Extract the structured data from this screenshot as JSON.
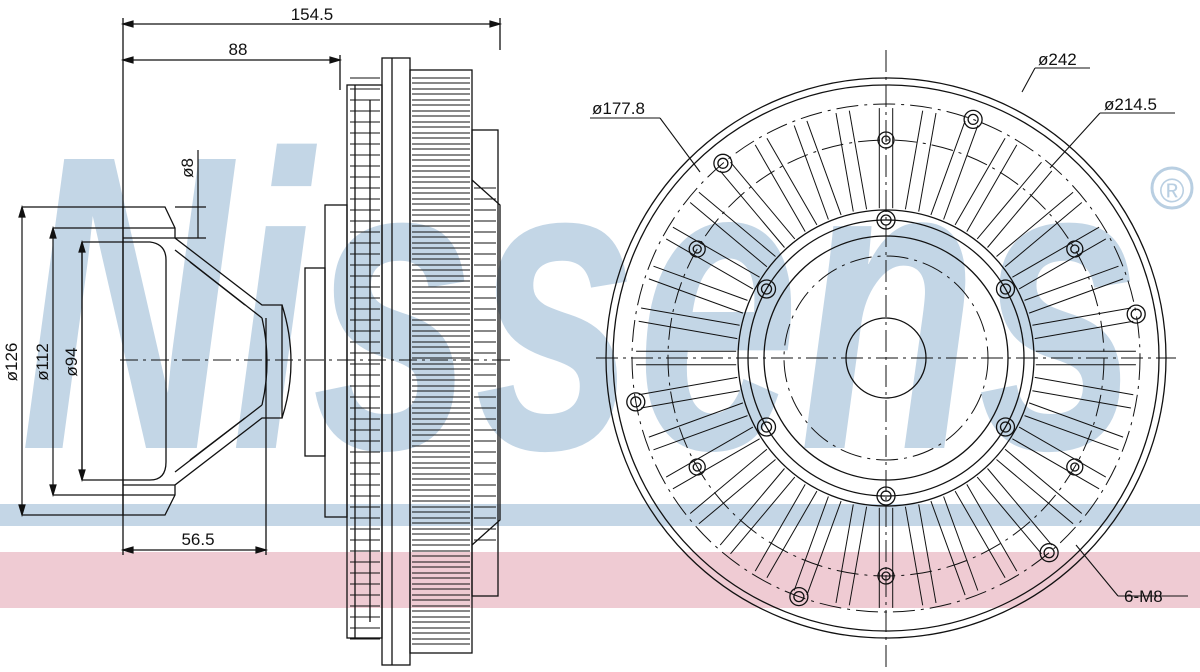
{
  "brand": {
    "watermark_text": "Nissens",
    "registered_mark": "®",
    "watermark_color": "#b9cfe2",
    "stripe_blue": "#b9cfe2",
    "stripe_pink": "#ecc3cc"
  },
  "dimensions": {
    "overall_length": "154.5",
    "hub_length": "88",
    "bolt_diameter": "ø8",
    "flange_outer": "ø126",
    "flange_pcd": "ø112",
    "flange_inner": "ø94",
    "flange_offset": "56.5",
    "fan_outer": "ø242",
    "pcd_large": "ø214.5",
    "pcd_small": "ø177.8",
    "threaded_holes": "6-M8"
  },
  "colors": {
    "line": "#111111",
    "background": "#ffffff"
  }
}
